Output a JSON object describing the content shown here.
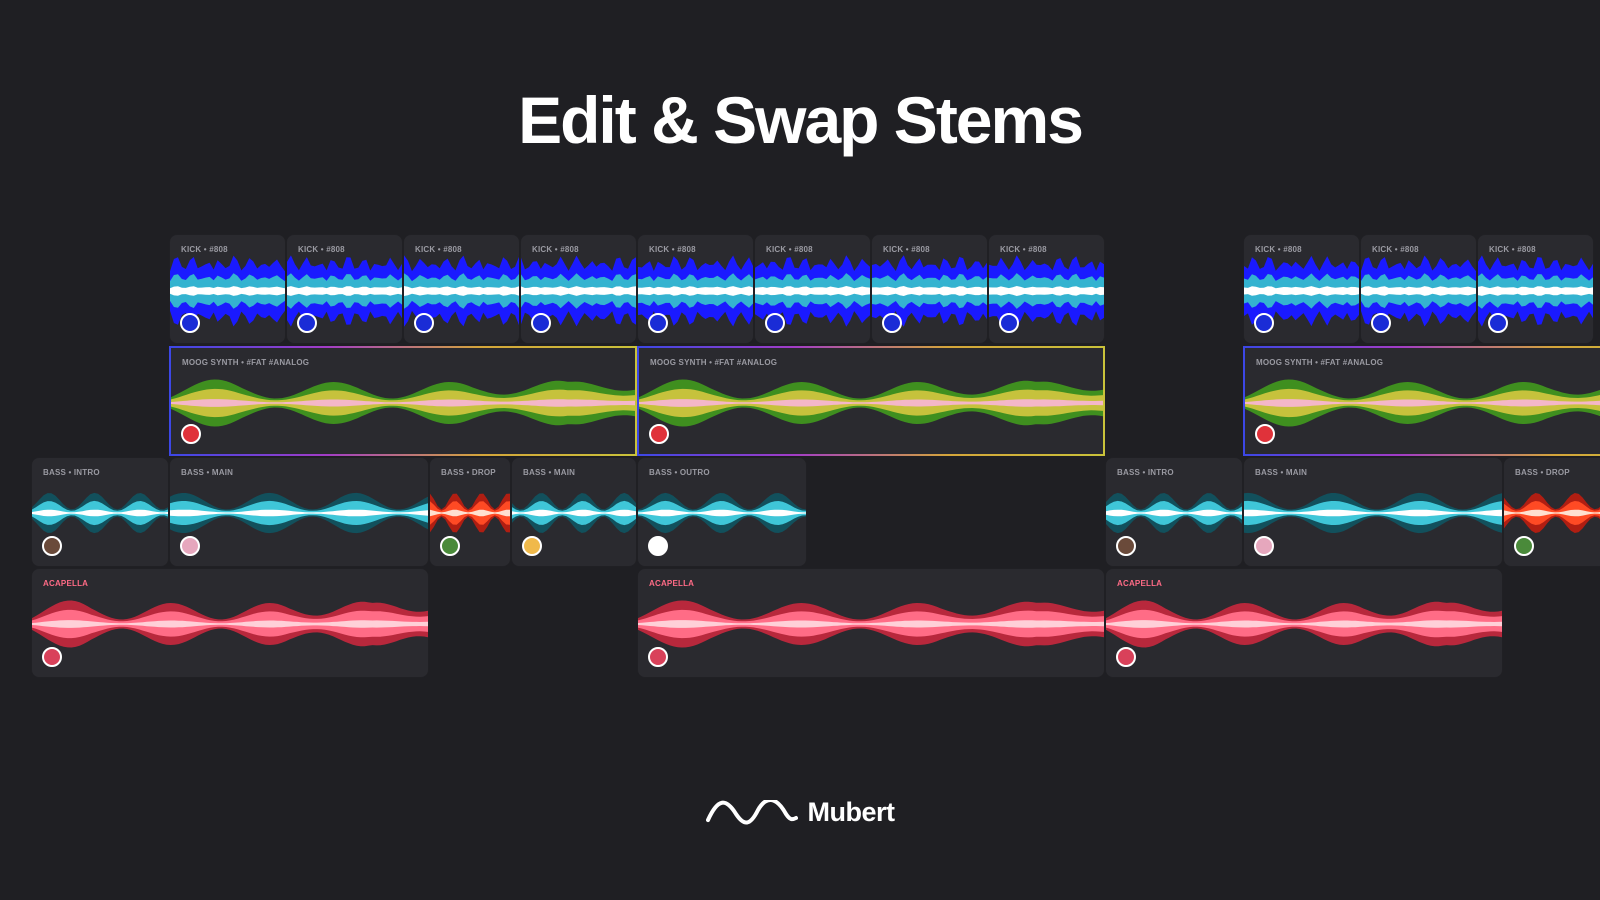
{
  "page": {
    "title": "Edit & Swap Stems"
  },
  "brand": {
    "name": "Mubert",
    "icon": "mubert-wave-logo"
  },
  "stems": {
    "kick": {
      "label": "KICK • #808",
      "colors": [
        "#1a1aff",
        "#34b3d0",
        "#ffffff"
      ],
      "avatar": "#1a2cd6"
    },
    "synth": {
      "label": "MOOG SYNTH • #FAT #ANALOG",
      "colors": [
        "#3f8f1f",
        "#c6c23c",
        "#f4b7c8"
      ],
      "avatar": "#e0323a"
    },
    "bass_intro": {
      "label": "BASS • INTRO",
      "colors": [
        "#12505c",
        "#3fc6d8",
        "#ffffff"
      ],
      "avatar": "#6a4a3a"
    },
    "bass_main": {
      "label": "BASS • MAIN",
      "colors": [
        "#12505c",
        "#3fc6d8",
        "#ffffff"
      ],
      "avatar": "#e6a7bd"
    },
    "bass_drop": {
      "label": "BASS • DROP",
      "colors": [
        "#b01e12",
        "#ff4a24",
        "#ffe0d0"
      ],
      "avatar": "#4a8a3a"
    },
    "bass_main_b": {
      "label": "BASS • MAIN",
      "colors": [
        "#12505c",
        "#3fc6d8",
        "#ffffff"
      ],
      "avatar": "#f0b94a"
    },
    "bass_outro": {
      "label": "BASS • OUTRO",
      "colors": [
        "#12505c",
        "#3fc6d8",
        "#ffffff"
      ],
      "avatar": "#ffffff"
    },
    "vocal": {
      "label": "ACAPELLA",
      "colors": [
        "#b8283c",
        "#ff6c86",
        "#ffd0d8"
      ],
      "avatar": "#d9415a"
    }
  }
}
